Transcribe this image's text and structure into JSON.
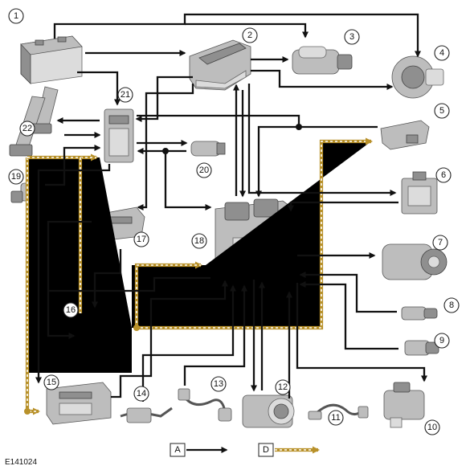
{
  "diagram": {
    "reference_code": "E141024",
    "callouts": [
      "1",
      "2",
      "3",
      "4",
      "5",
      "6",
      "7",
      "8",
      "9",
      "10",
      "11",
      "12",
      "13",
      "14",
      "15",
      "16",
      "17",
      "18",
      "19",
      "20",
      "21",
      "22"
    ],
    "legend": {
      "item_a": {
        "label": "A",
        "line_style": "solid black arrow"
      },
      "item_d": {
        "label": "D",
        "line_style": "dashed gold arrow"
      }
    },
    "colors": {
      "hardwired": "#111111",
      "can_bus": "#b8912a",
      "component": "#bdbdbd"
    }
  }
}
